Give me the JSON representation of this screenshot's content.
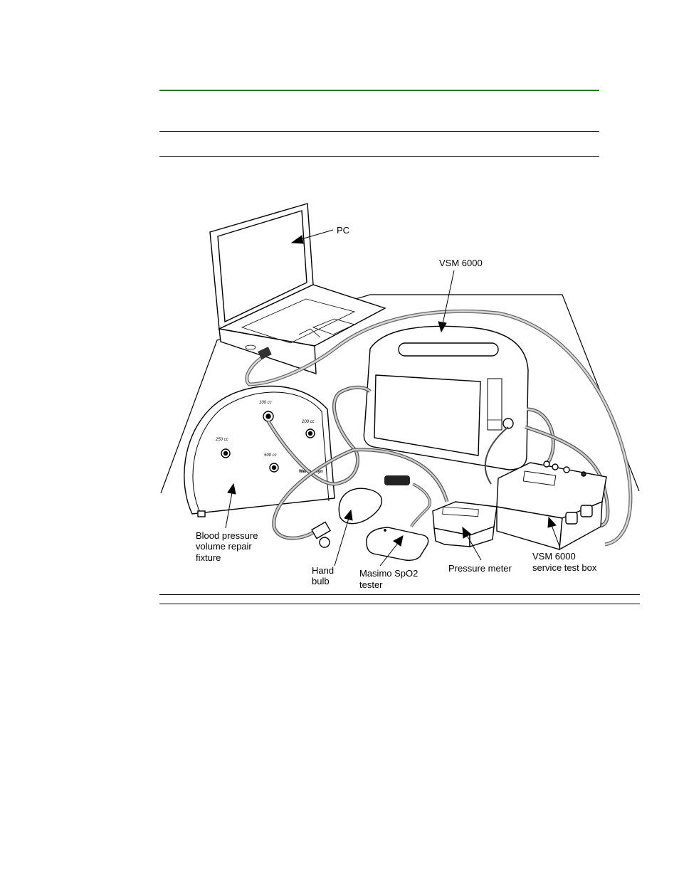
{
  "figure": {
    "labels": {
      "pc": "PC",
      "vsm": "VSM 6000",
      "bp_fixture": [
        "Blood pressure",
        "volume repair",
        "fixture"
      ],
      "hand_bulb": [
        "Hand",
        "bulb"
      ],
      "masimo": [
        "Masimo SpO2",
        "tester"
      ],
      "pressure_meter": "Pressure meter",
      "service_box": [
        "VSM 6000",
        "service test box"
      ]
    },
    "fixture_markings": {
      "cc100": "100 cc",
      "cc200": "200 cc",
      "cc250": "250 cc",
      "cc500": "500 cc",
      "brand": "Welch Allyn"
    }
  }
}
